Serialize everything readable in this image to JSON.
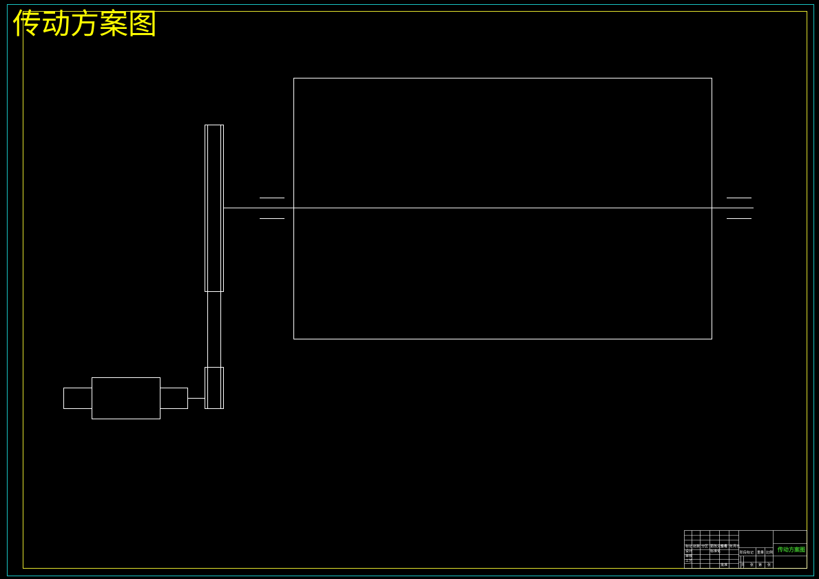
{
  "colors": {
    "background": "#000000",
    "outer_border": "#19c5c5",
    "inner_border": "#e6e62e",
    "geometry": "#ffffff",
    "title_text": "#ffff00",
    "titleblock_name": "#3dbb2a"
  },
  "drawing": {
    "title": "传动方案图"
  },
  "title_block": {
    "drawing_name": "传动方案图",
    "field_labels": [
      "标记",
      "处数",
      "分区",
      "更改文件号",
      "签名",
      "年月日",
      "设计",
      "标准化",
      "阶段标记",
      "重量",
      "比例",
      "审核",
      "工艺",
      "批准",
      "共",
      "张",
      "第",
      "张"
    ]
  }
}
